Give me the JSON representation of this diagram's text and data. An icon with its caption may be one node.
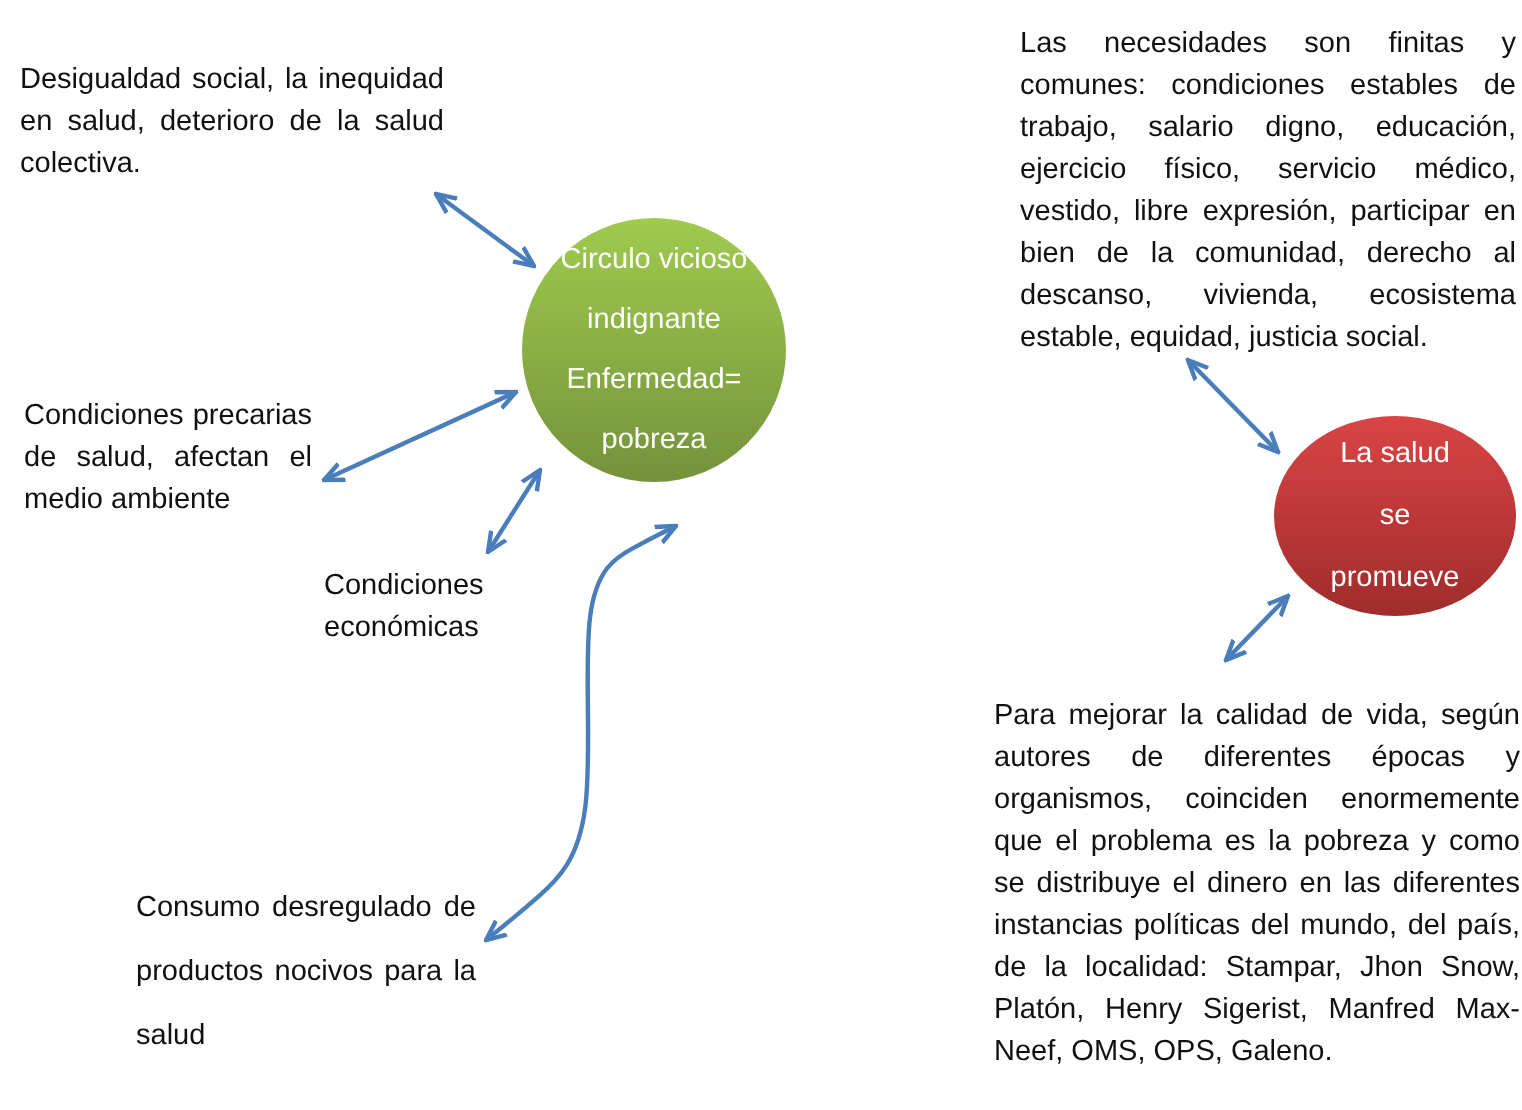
{
  "diagram": {
    "nodes": [
      {
        "text": [
          "Circulo vicioso indignante",
          "Enfermedad= pobreza"
        ]
      },
      {
        "text": [
          "Desigualdad social, la inequidad en salud, deterioro de la salud colectiva."
        ]
      },
      {
        "text": [
          "Condiciones precarias de salud, afectan el medio ambiente"
        ]
      },
      {
        "text": [
          "Condiciones económicas"
        ]
      },
      {
        "text": [
          "Consumo desregulado de productos nocivos para la salud"
        ]
      },
      {
        "text": [
          "Las necesidades son finitas y comunes: condiciones estables de trabajo, salario digno, educación, ejercicio físico, servicio médico, vestido, libre expresión, participar en bien de la comunidad, derecho al descanso, vivienda, ecosistema estable, equidad, justicia social."
        ]
      },
      {
        "text": [
          "La salud se promueve"
        ]
      },
      {
        "text": [
          "Para mejorar la calidad de vida, según autores de diferentes épocas y organismos, coinciden enormemente que el problema es la pobreza y como se distribuye el dinero en las diferentes instancias políticas del mundo, del país, de la localidad: Stampar, Jhon Snow, Platón, Henry Sigerist, Manfred Max-Neef, OMS, OPS, Galeno."
        ]
      }
    ],
    "edges": [
      {
        "from": 1,
        "to": 0,
        "arrow": "both"
      },
      {
        "from": 2,
        "to": 0,
        "arrow": "both"
      },
      {
        "from": 3,
        "to": 0,
        "arrow": "both"
      },
      {
        "from": 4,
        "to": 0,
        "arrow": "both"
      },
      {
        "from": 5,
        "to": 6,
        "arrow": "both"
      },
      {
        "from": 6,
        "to": 7,
        "arrow": "both"
      }
    ]
  }
}
